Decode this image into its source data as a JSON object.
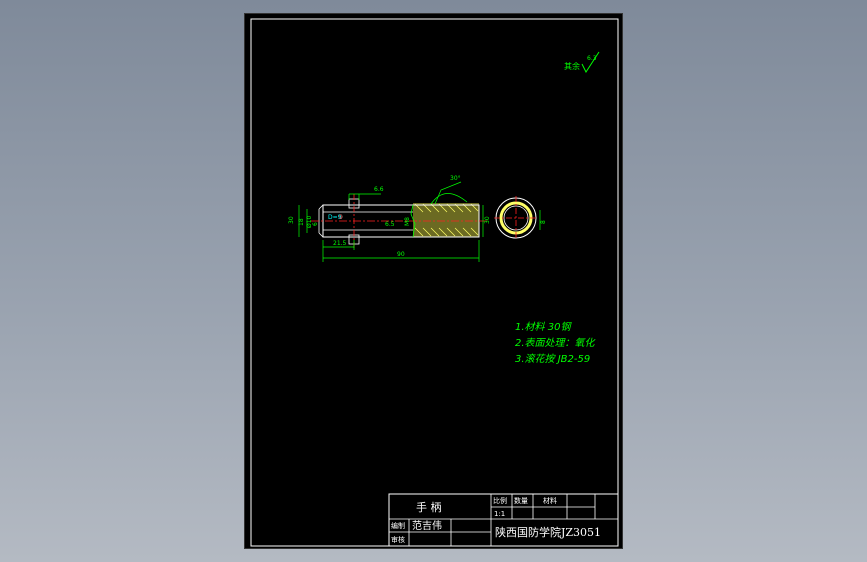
{
  "drawing": {
    "roughness": {
      "label": "其余",
      "value": "6.3"
    },
    "dimensions": {
      "d_6_6": "6.6",
      "d_30deg": "30°",
      "d_left_30": "30",
      "d_left_18": "18",
      "d_left_phi": "Ø10",
      "d_left_6": "6",
      "d_D9": "D=9",
      "d_9": "9",
      "d_6_5": "6.5",
      "d_left_M8": "M8",
      "d_right_30": "30",
      "d_21_5": "21.5",
      "d_90": "90",
      "d_end_8": "8"
    },
    "notes": [
      "1.材料 30钢",
      "2.表面处理：氧化",
      "3.滚花按 JB2-59"
    ]
  },
  "title_block": {
    "part_name": "手  柄",
    "h_scale": "比例",
    "h_qty": "数量",
    "h_material": "材料",
    "scale_value": "1:1",
    "drawn_label": "编制",
    "drawn_name": "范吉伟",
    "check_label": "审核",
    "school": "陕西国防学院JZ3051"
  },
  "colors": {
    "sheet": "#000000",
    "line": "#ffffff",
    "green": "#00ff00",
    "knurl": "#ffff66",
    "red": "#ff2020",
    "cyan": "#00ffff"
  }
}
